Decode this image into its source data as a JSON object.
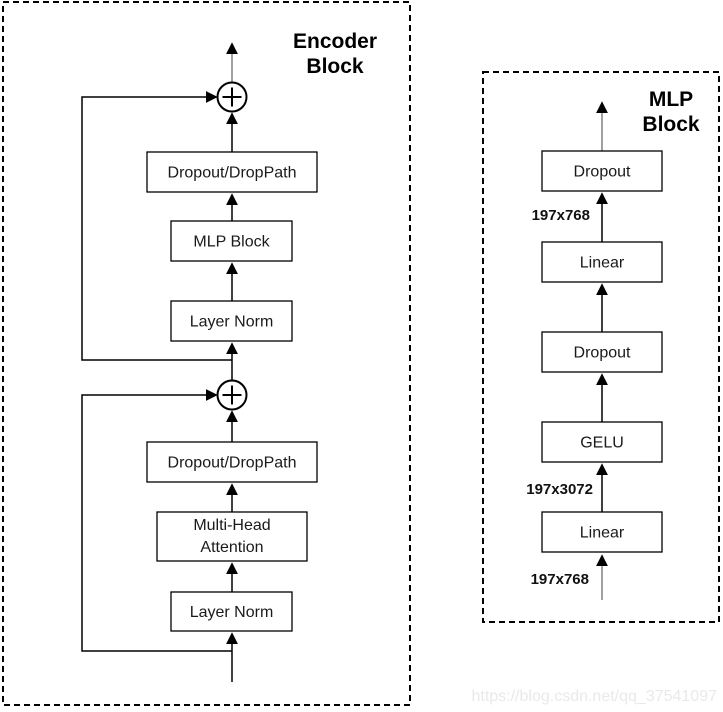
{
  "diagram_type": "neural-network-architecture",
  "colors": {
    "background": "#ffffff",
    "stroke": "#000000",
    "box_fill": "#ffffff",
    "external_arrow_gray": "#808080",
    "watermark_gray": "#e9e9e9"
  },
  "icons": {
    "add_operator": "circled-plus (element-wise addition)"
  },
  "encoder": {
    "title_line1": "Encoder",
    "title_line2": "Block",
    "nodes": [
      {
        "label": "Dropout/DropPath"
      },
      {
        "label": "MLP Block"
      },
      {
        "label": "Layer Norm"
      },
      {
        "label": "Dropout/DropPath"
      },
      {
        "label_line1": "Multi-Head",
        "label_line2": "Attention"
      },
      {
        "label": "Layer Norm"
      }
    ]
  },
  "mlp": {
    "title_line1": "MLP",
    "title_line2": "Block",
    "nodes": [
      {
        "label": "Dropout"
      },
      {
        "label": "Linear"
      },
      {
        "label": "Dropout"
      },
      {
        "label": "GELU"
      },
      {
        "label": "Linear"
      }
    ],
    "dims": [
      "197x768",
      "197x3072",
      "197x768"
    ]
  },
  "watermark": {
    "text": "https://blog.csdn.net/qq_37541097"
  }
}
